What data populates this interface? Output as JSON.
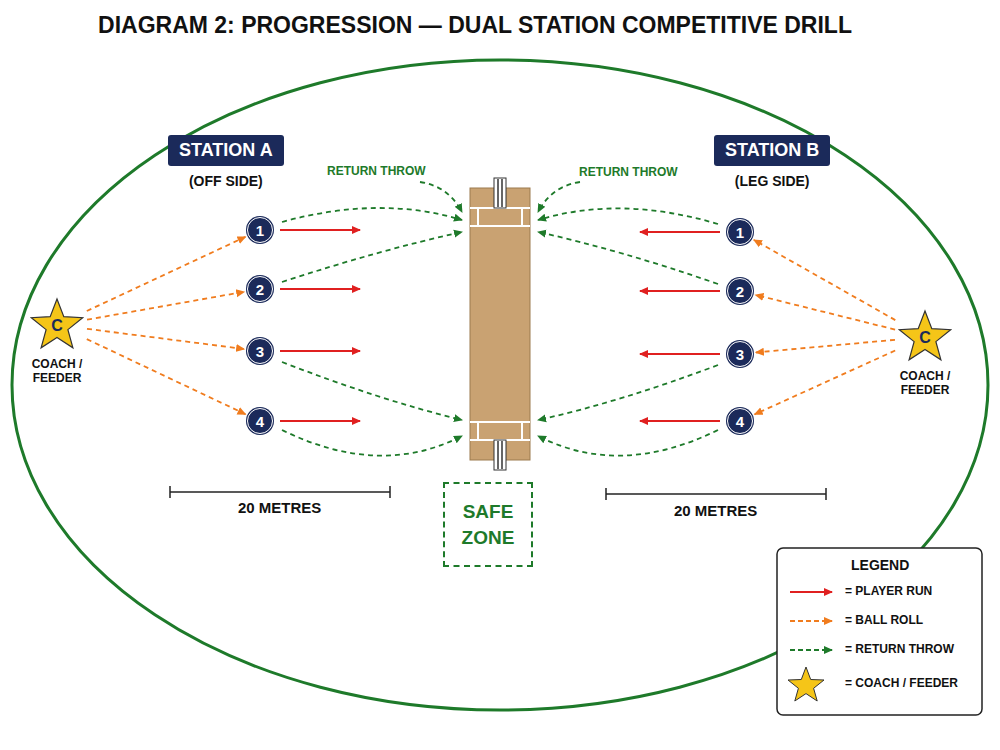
{
  "diagram": {
    "title": "DIAGRAM 2: PROGRESSION — DUAL STATION COMPETITIVE DRILL",
    "nodes": [
      {
        "text": [
          "STATION A",
          "(OFF SIDE)"
        ]
      },
      {
        "text": [
          "STATION B",
          "(LEG SIDE)"
        ]
      },
      {
        "text": [
          "C",
          "COACH / FEEDER"
        ]
      },
      {
        "text": [
          "1"
        ]
      },
      {
        "text": [
          "2"
        ]
      },
      {
        "text": [
          "3"
        ]
      },
      {
        "text": [
          "4"
        ]
      },
      {
        "text": [
          "C",
          "COACH / FEEDER"
        ]
      },
      {
        "text": [
          "1"
        ]
      },
      {
        "text": [
          "2"
        ]
      },
      {
        "text": [
          "3"
        ]
      },
      {
        "text": [
          "4"
        ]
      },
      {
        "text": [
          "SAFE ZONE"
        ]
      }
    ],
    "edges": [
      {
        "from": 2,
        "to": 3,
        "arrow": "to"
      },
      {
        "from": 2,
        "to": 4,
        "arrow": "to"
      },
      {
        "from": 2,
        "to": 5,
        "arrow": "to"
      },
      {
        "from": 2,
        "to": 6,
        "arrow": "to"
      },
      {
        "from": 7,
        "to": 8,
        "arrow": "to"
      },
      {
        "from": 7,
        "to": 9,
        "arrow": "to"
      },
      {
        "from": 7,
        "to": 10,
        "arrow": "to"
      },
      {
        "from": 7,
        "to": 11,
        "arrow": "to"
      }
    ],
    "labels": [
      "RETURN THROW",
      "RETURN THROW",
      "20 METRES",
      "20 METRES",
      "LEGEND"
    ],
    "legend": [
      {
        "text": "= PLAYER RUN"
      },
      {
        "text": "= BALL ROLL"
      },
      {
        "text": "= RETURN THROW"
      },
      {
        "text": "= COACH / FEEDER"
      }
    ]
  }
}
